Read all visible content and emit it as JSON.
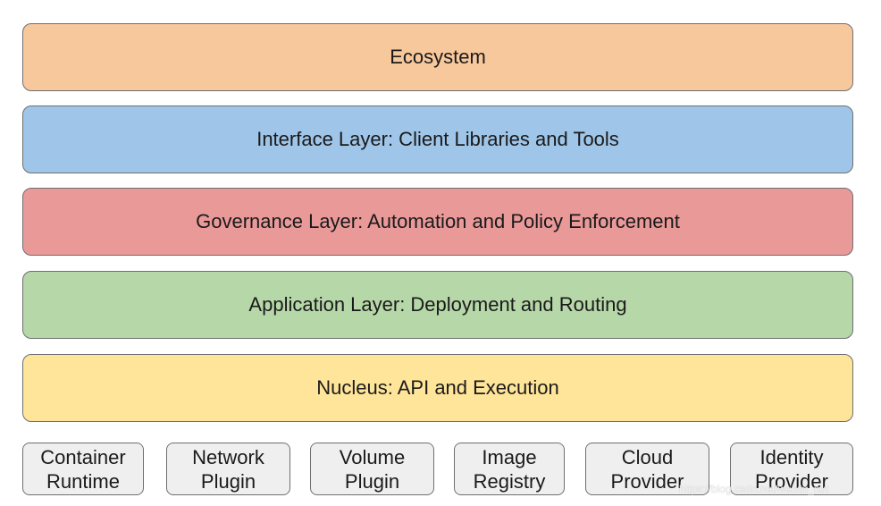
{
  "layers": [
    {
      "label": "Ecosystem",
      "color": "#f8c89d"
    },
    {
      "label": "Interface Layer: Client Libraries and Tools",
      "color": "#9fc5e8"
    },
    {
      "label": "Governance Layer: Automation and Policy Enforcement",
      "color": "#ea9999"
    },
    {
      "label": "Application Layer: Deployment and Routing",
      "color": "#b6d7a8"
    },
    {
      "label": "Nucleus: API and Execution",
      "color": "#ffe599"
    }
  ],
  "plugins": [
    {
      "line1": "Container",
      "line2": "Runtime"
    },
    {
      "line1": "Network",
      "line2": "Plugin"
    },
    {
      "line1": "Volume",
      "line2": "Plugin"
    },
    {
      "line1": "Image",
      "line2": "Registry"
    },
    {
      "line1": "Cloud",
      "line2": "Provider"
    },
    {
      "line1": "Identity",
      "line2": "Provider"
    }
  ],
  "watermark": "https://blog.csdn.net/weixin_nut"
}
